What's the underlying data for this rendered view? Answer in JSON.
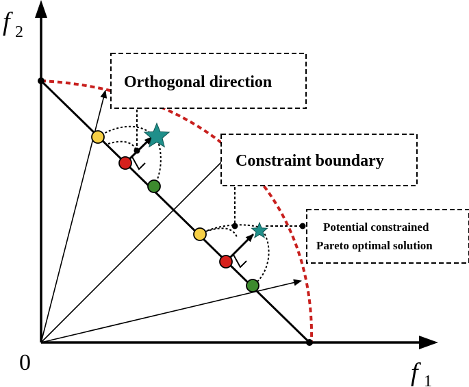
{
  "axes": {
    "origin_label": "0",
    "x_label": "f",
    "x_subscript": "1",
    "y_label": "f",
    "y_subscript": "2"
  },
  "annotations": {
    "orthogonal_direction": "Orthogonal direction",
    "constraint_boundary": "Constraint boundary",
    "pareto_line1": "Potential constrained",
    "pareto_line2": "Pareto optimal solution"
  },
  "colors": {
    "axis": "#000000",
    "boundary": "#c8201e",
    "yellow_point": "#f7d046",
    "red_point": "#d6201c",
    "green_point": "#3d8a2e",
    "star": "#1f8f8a"
  }
}
